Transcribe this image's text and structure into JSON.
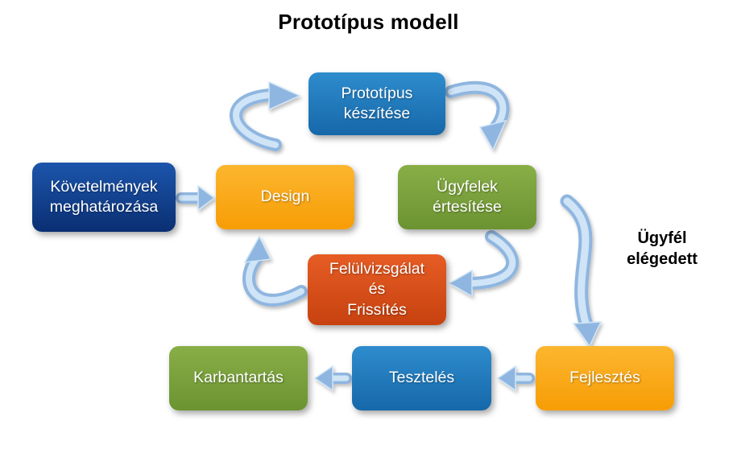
{
  "title": "Prototípus modell",
  "annotation": "Ügyfél\nelégedett",
  "nodes": [
    {
      "id": "prototype",
      "label": "Prototípus\nkészítése",
      "color": "#1a73bd"
    },
    {
      "id": "notify-clients",
      "label": "Ügyfelek\nértesítése",
      "color": "#76a03c"
    },
    {
      "id": "design",
      "label": "Design",
      "color": "#f9a01b"
    },
    {
      "id": "requirements",
      "label": "Követelmények\nmeghatározása",
      "color": "#0d3d91"
    },
    {
      "id": "review-update",
      "label": "Felülvizsgálat\nés\nFrissítés",
      "color": "#d8491a"
    },
    {
      "id": "maintenance",
      "label": "Karbantartás",
      "color": "#76a03c"
    },
    {
      "id": "testing",
      "label": "Tesztelés",
      "color": "#1a73bd"
    },
    {
      "id": "development",
      "label": "Fejlesztés",
      "color": "#f9a01b"
    }
  ],
  "arrow_color": "#8fb6e0"
}
